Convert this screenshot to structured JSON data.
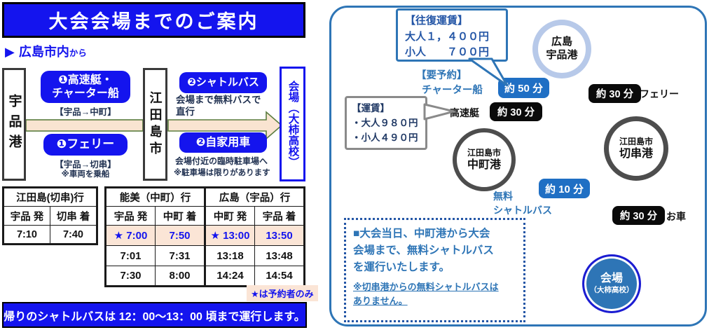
{
  "colors": {
    "primary_blue": "#1414ee",
    "mid_blue": "#2e75b6",
    "badge_blue": "#1f6fc4",
    "navy": "#1f3050",
    "peach": "#fbe5d6",
    "olive": "#5b7d3f"
  },
  "header": {
    "title": "大会会場までのご案内"
  },
  "origin": {
    "marker": "▶",
    "label": "広島市内",
    "suffix": "から"
  },
  "flow": {
    "ujina": "宇品港",
    "etajima": "江田島市",
    "venue": "会場（大柿高校）",
    "boat": {
      "badge": "❶高速艇・\nチャーター船",
      "route": "【宇品→中町】"
    },
    "ferry": {
      "badge": "❶フェリー",
      "route": "【宇品→切串】",
      "note": "※車両を乗船"
    },
    "shuttle": {
      "badge": "❷シャトルバス",
      "desc": "会場まで無料バスで\n直行"
    },
    "car": {
      "badge": "❷自家用車",
      "desc": "会場付近の臨時駐車場へ",
      "note": "※駐車場は限りがあります"
    }
  },
  "kirikushi_table": {
    "title": "江田島(切串)行",
    "col1": "宇品 発",
    "col2": "切串 着",
    "dep": "7:10",
    "arr": "7:40"
  },
  "main_table": {
    "group1": "能美（中町）行",
    "group2": "広島（宇品）行",
    "headers": [
      "宇品 発",
      "中町 着",
      "中町 発",
      "宇品 着"
    ],
    "rows": [
      [
        "★ 7:00",
        "7:50",
        "★ 13:00",
        "13:50"
      ],
      [
        "7:01",
        "7:31",
        "13:18",
        "13:48"
      ],
      [
        "7:30",
        "8:00",
        "14:24",
        "14:54"
      ]
    ],
    "footnote": "★は予約者のみ"
  },
  "banner": "帰りのシャトルバスは 12：00～13：00 頃まで運行します。",
  "map": {
    "roundtrip_fare": {
      "title": "【往復運賃】",
      "line1": "大人１，４００円",
      "line2": "小人　　７００円"
    },
    "reservation": "【要予約】",
    "charter_label": "チャーター船",
    "fare": {
      "title": "【運賃】",
      "line1": "・大人９８０円",
      "line2": "・小人４９０円"
    },
    "speedboat_label": "高速艇",
    "ferry_label": "フェリー",
    "car_label": "お車",
    "shuttle_label": "無料\nシャトルバス",
    "nodes": {
      "ujina": "広島\n宇品港",
      "nakamachi_top": "江田島市",
      "nakamachi_bottom": "中町港",
      "kirikushi_top": "江田島市",
      "kirikushi_bottom": "切串港",
      "venue_top": "会場",
      "venue_sub": "（大柿高校）"
    },
    "durations": {
      "charter": "約 50 分",
      "speedboat": "約 30 分",
      "ferry": "約 30 分",
      "shuttle": "約 10 分",
      "car": "約 30 分"
    },
    "notice": {
      "main": "■大会当日、中町港から大会\n会場まで、無料シャトルバス\nを運行いたします。",
      "sub": "※切串港からの無料シャトルバスは\nありません。"
    }
  }
}
